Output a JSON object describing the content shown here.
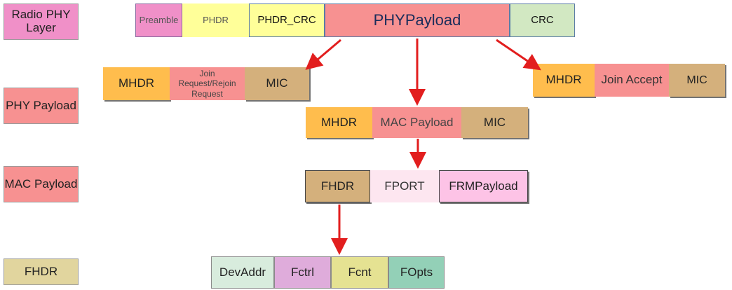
{
  "colors": {
    "pink": "#f090c8",
    "peach": "#f79191",
    "khaki": "#e1d59e",
    "yellow": "#ffff99",
    "green": "#d2e8c2",
    "orange": "#ffbd4d",
    "tan": "#d4b07c",
    "lightpink": "#fde6f0",
    "pinkcell": "#fdc3e6",
    "mint": "#d8ecdd",
    "lilac": "#dfacdb",
    "yellowgreen": "#e5e292",
    "teal": "#93d0b7",
    "arrow": "#e21e1e"
  },
  "layer_labels": {
    "radio_phy": "Radio PHY Layer",
    "phy_payload": "PHY Payload",
    "mac_payload": "MAC Payload",
    "fhdr": "FHDR"
  },
  "radio_frame": {
    "preamble": "Preamble",
    "phdr": "PHDR",
    "phdr_crc": "PHDR_CRC",
    "phypayload": "PHYPayload",
    "crc": "CRC"
  },
  "join_request": {
    "mhdr": "MHDR",
    "body": "Join Request/Rejoin Request",
    "mic": "MIC"
  },
  "join_accept": {
    "mhdr": "MHDR",
    "body": "Join Accept",
    "mic": "MIC"
  },
  "mac_frame": {
    "mhdr": "MHDR",
    "body": "MAC Payload",
    "mic": "MIC"
  },
  "mac_payload_frame": {
    "fhdr": "FHDR",
    "fport": "FPORT",
    "frmpayload": "FRMPayload"
  },
  "fhdr_frame": {
    "devaddr": "DevAddr",
    "fctrl": "Fctrl",
    "fcnt": "Fcnt",
    "fopts": "FOpts"
  }
}
